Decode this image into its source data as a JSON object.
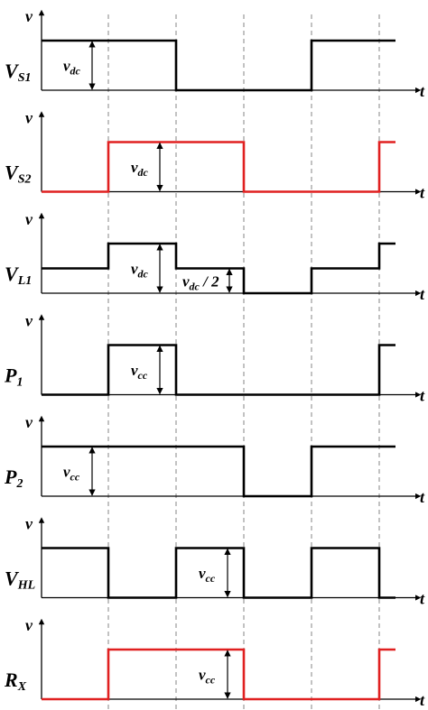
{
  "colors": {
    "black_signal": "#000000",
    "red_signal": "#e02020",
    "guide_line": "#999999"
  },
  "axis": {
    "y_letter": "v",
    "x_letter": "t"
  },
  "rows": [
    {
      "label": "V",
      "label_sub": "S1",
      "color": "black",
      "levels": [
        1,
        1,
        0,
        0,
        1,
        1
      ],
      "annotation": {
        "text": "v",
        "sub": "dc",
        "suffix": ""
      }
    },
    {
      "label": "V",
      "label_sub": "S2",
      "color": "red",
      "levels": [
        0,
        1,
        1,
        0,
        0,
        1
      ],
      "annotation": {
        "text": "v",
        "sub": "dc",
        "suffix": ""
      }
    },
    {
      "label": "V",
      "label_sub": "L1",
      "color": "black",
      "levels": [
        0.5,
        1,
        0.5,
        0,
        0.5,
        1
      ],
      "annotation": {
        "text": "v",
        "sub": "dc",
        "suffix": ""
      },
      "annotation2": {
        "text": "v",
        "sub": "dc",
        "suffix": " / 2"
      }
    },
    {
      "label": "P",
      "label_sub": "1",
      "color": "black",
      "levels": [
        0,
        1,
        0,
        0,
        0,
        1
      ],
      "annotation": {
        "text": "v",
        "sub": "cc",
        "suffix": ""
      }
    },
    {
      "label": "P",
      "label_sub": "2",
      "color": "black",
      "levels": [
        1,
        1,
        1,
        0,
        1,
        1
      ],
      "annotation": {
        "text": "v",
        "sub": "cc",
        "suffix": ""
      }
    },
    {
      "label": "V",
      "label_sub": "HL",
      "color": "black",
      "levels": [
        1,
        0,
        1,
        0,
        1,
        0
      ],
      "annotation": {
        "text": "v",
        "sub": "cc",
        "suffix": ""
      }
    },
    {
      "label": "R",
      "label_sub": "X",
      "color": "red",
      "levels": [
        0,
        1,
        1,
        0,
        0,
        1
      ],
      "annotation": {
        "text": "v",
        "sub": "cc",
        "suffix": ""
      }
    }
  ]
}
